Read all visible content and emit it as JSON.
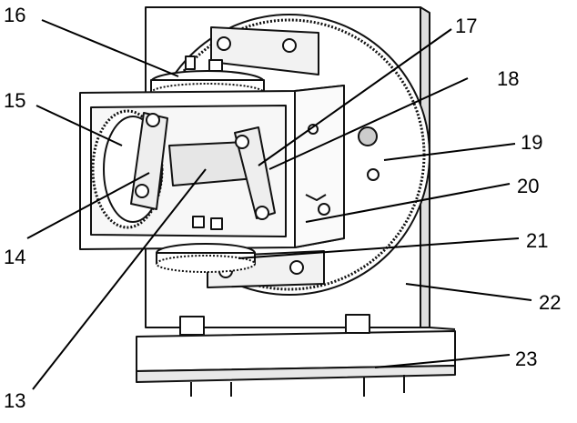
{
  "figure": {
    "callouts": [
      {
        "id": "c13",
        "label": "13"
      },
      {
        "id": "c14",
        "label": "14"
      },
      {
        "id": "c15",
        "label": "15"
      },
      {
        "id": "c16",
        "label": "16"
      },
      {
        "id": "c17",
        "label": "17"
      },
      {
        "id": "c18",
        "label": "18"
      },
      {
        "id": "c19",
        "label": "19"
      },
      {
        "id": "c20",
        "label": "20"
      },
      {
        "id": "c21",
        "label": "21"
      },
      {
        "id": "c22",
        "label": "22"
      },
      {
        "id": "c23",
        "label": "23"
      }
    ]
  }
}
